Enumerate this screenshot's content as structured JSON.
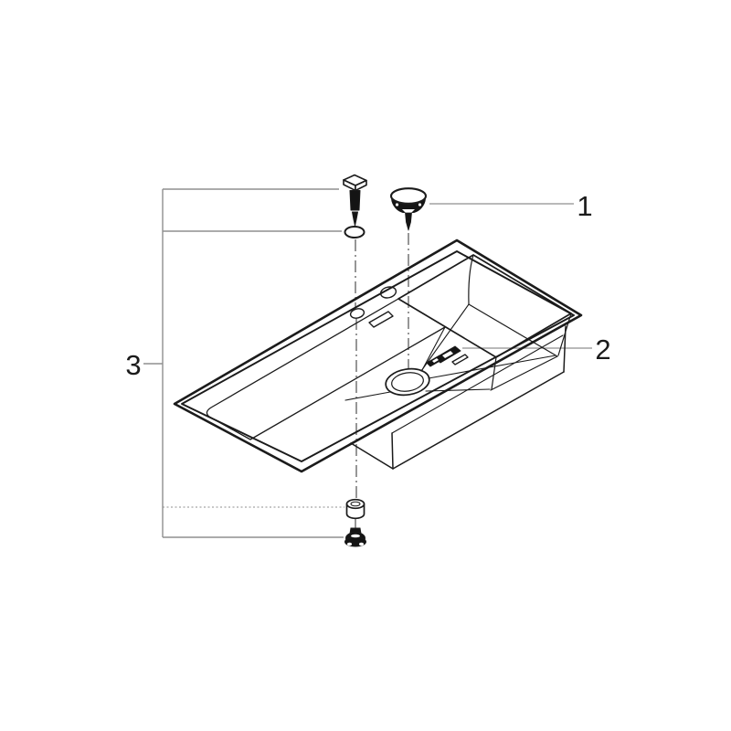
{
  "diagram": {
    "name": "kitchen-sink-exploded-parts-diagram",
    "background_color": "#ffffff",
    "drawing_line_color": "#1b1b1b",
    "leader_line_color": "#8f8f8f",
    "labels": [
      {
        "text": "1"
      },
      {
        "text": "2"
      },
      {
        "text": "3"
      }
    ],
    "parts": [
      {
        "label": "1",
        "icon": "drain-stopper-cap-icon"
      },
      {
        "label": "2",
        "icon": "overflow-cover-plates-icon"
      },
      {
        "label": "3",
        "icon": "mounting-set-icon"
      }
    ],
    "part3_components": [
      "square-head-pin-icon",
      "o-ring-icon",
      "spacer-sleeve-icon",
      "mounting-nut-icon"
    ],
    "main_object": "inset-kitchen-sink-with-drainboard-icon"
  }
}
